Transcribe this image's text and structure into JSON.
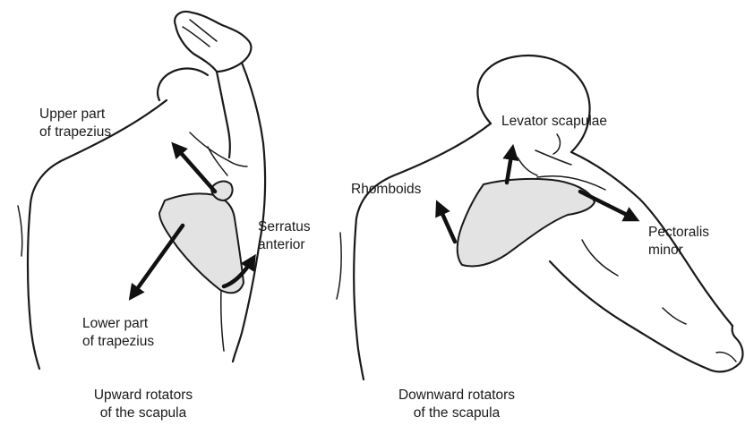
{
  "left_panel": {
    "labels": {
      "upper_trapezius": [
        "Upper part",
        "of trapezius"
      ],
      "serratus_anterior": [
        "Serratus",
        "anterior"
      ],
      "lower_trapezius": [
        "Lower part",
        "of trapezius"
      ]
    },
    "caption": [
      "Upward rotators",
      "of the scapula"
    ]
  },
  "right_panel": {
    "labels": {
      "levator_scapulae": "Levator scapulae",
      "rhomboids": "Rhomboids",
      "pectoralis_minor": [
        "Pectoralis",
        "minor"
      ]
    },
    "caption": [
      "Downward rotators",
      "of the scapula"
    ]
  },
  "colors": {
    "ink": "#1a1a1a",
    "scapula_fill": "#e3e3e3",
    "background": "#ffffff"
  }
}
